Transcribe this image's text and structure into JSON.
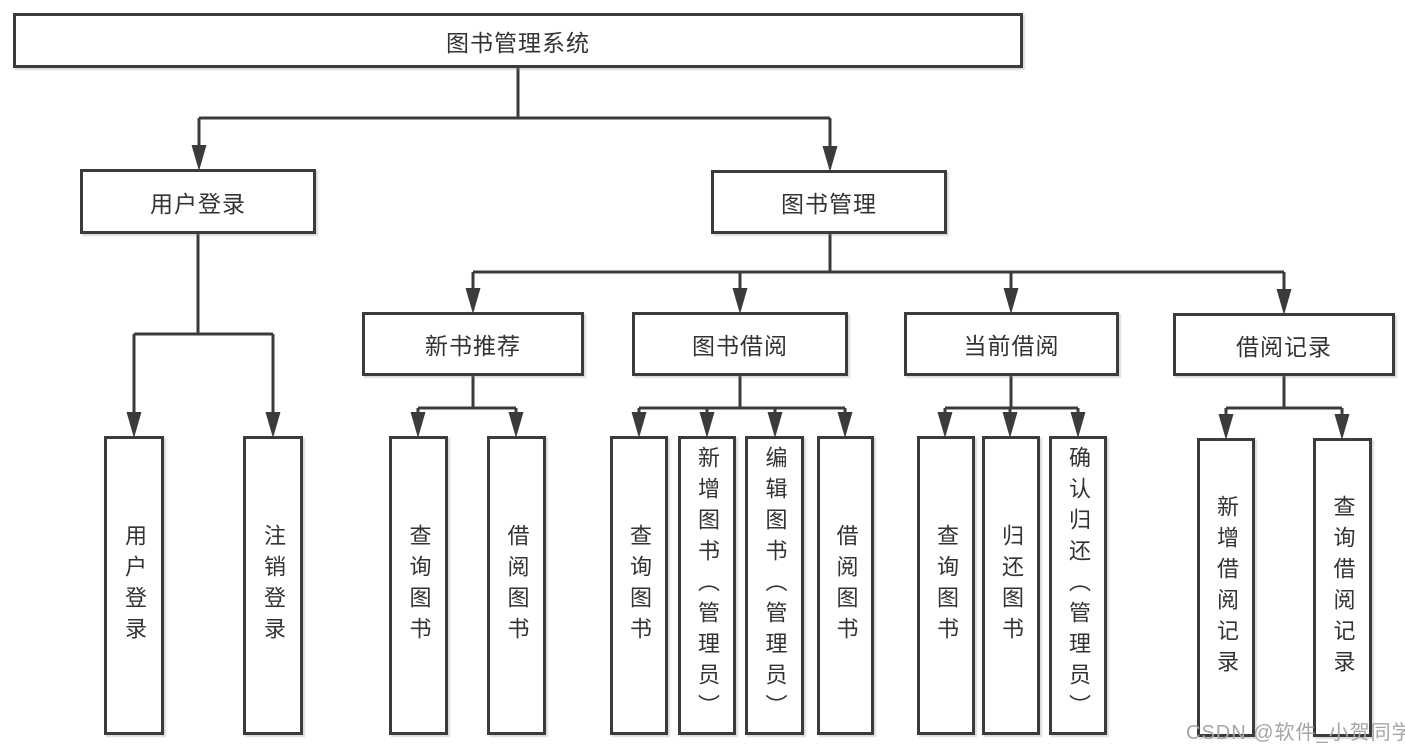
{
  "diagram": {
    "root": {
      "label": "图书管理系统"
    },
    "level2": {
      "user_login": {
        "label": "用户登录"
      },
      "book_management": {
        "label": "图书管理"
      }
    },
    "level3": {
      "new_book_recommend": {
        "label": "新书推荐"
      },
      "book_borrowing": {
        "label": "图书借阅"
      },
      "current_borrowing": {
        "label": "当前借阅"
      },
      "borrowing_records": {
        "label": "借阅记录"
      }
    },
    "leaves": {
      "user_login": {
        "label": "用户登录"
      },
      "logout": {
        "label": "注销登录"
      },
      "recommend_query_books": {
        "label": "查询图书"
      },
      "recommend_borrow_books": {
        "label": "借阅图书"
      },
      "borrowing_query_books": {
        "label": "查询图书"
      },
      "borrowing_add_books_admin": {
        "label": "新增图书（管理员）"
      },
      "borrowing_edit_books_admin": {
        "label": "编辑图书（管理员）"
      },
      "borrowing_borrow_books": {
        "label": "借阅图书"
      },
      "current_query_books": {
        "label": "查询图书"
      },
      "current_return_books": {
        "label": "归还图书"
      },
      "current_confirm_return_admin": {
        "label": "确认归还（管理员）"
      },
      "records_add_record": {
        "label": "新增借阅记录"
      },
      "records_query_record": {
        "label": "查询借阅记录"
      }
    }
  },
  "watermark": {
    "text": "CSDN @软件_小贺同学"
  },
  "colors": {
    "line": "#3b3b3b",
    "box_border": "#3b3b3b",
    "box_fill": "#ffffff",
    "text": "#333333",
    "background": "#ffffff",
    "watermark": "#a6a6a6"
  }
}
